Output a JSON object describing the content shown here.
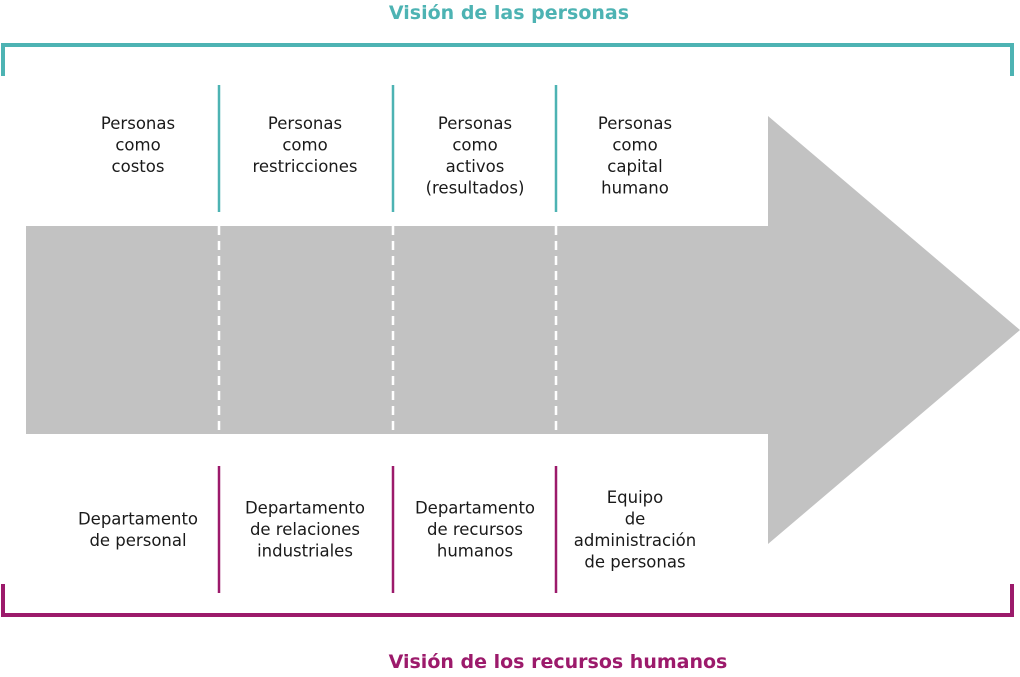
{
  "top": {
    "title": "Visión de las personas",
    "color": "#4db3b3",
    "items": [
      [
        "Personas",
        "como",
        "costos"
      ],
      [
        "Personas",
        "como",
        "restricciones"
      ],
      [
        "Personas",
        "como",
        "activos",
        "(resultados)"
      ],
      [
        "Personas",
        "como",
        "capital",
        "humano"
      ]
    ]
  },
  "bottom": {
    "title": "Visión de los recursos humanos",
    "color": "#9c1a6b",
    "items": [
      [
        "Departamento",
        "de personal"
      ],
      [
        "Departamento",
        "de relaciones",
        "industriales"
      ],
      [
        "Departamento",
        "de recursos",
        "humanos"
      ],
      [
        "Equipo",
        "de",
        "administración",
        "de personas"
      ]
    ]
  },
  "arrow": {
    "color": "#c2c2c2"
  }
}
